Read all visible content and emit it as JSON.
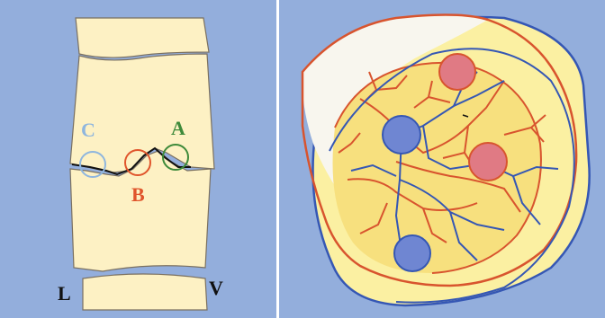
{
  "colors": {
    "background": "#93aedc",
    "divider": "#ffffff",
    "outline": "#7a7060",
    "tooth": "#fdf1c4",
    "enamel_white": "#f8f6ee",
    "yellow_zone": "#fbf0a2",
    "yellow_zone_inner": "#f7e07e",
    "red_vessel": "#d8542e",
    "blue_vessel": "#3557b4",
    "red_spot": "#e07a84",
    "blue_spot": "#6f86d2",
    "label_C": "#8fb6de",
    "label_B": "#e0552c",
    "label_A": "#3e8a3a",
    "label_dark": "#111111"
  },
  "left_panel": {
    "labels": {
      "c": "C",
      "b": "B",
      "a": "A",
      "l": "L",
      "v": "V"
    }
  },
  "right_panel": {
    "red_spots": 2,
    "blue_spots": 2
  }
}
